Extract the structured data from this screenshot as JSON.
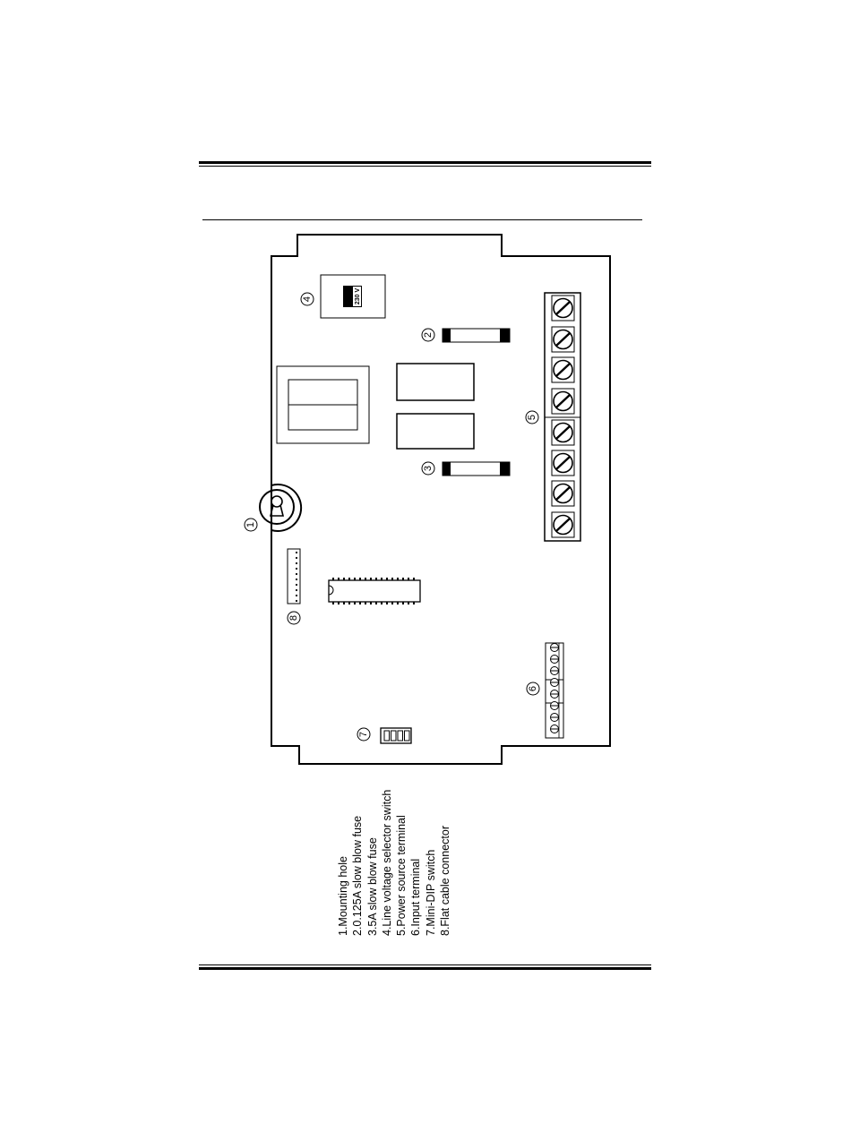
{
  "diagram": {
    "callouts": [
      "1",
      "2",
      "3",
      "4",
      "5",
      "6",
      "7",
      "8"
    ],
    "voltage_switch_label": "230 V"
  },
  "legend": {
    "items": [
      "1.Mounting hole",
      "2.0.125A slow blow fuse",
      "3.5A slow blow fuse",
      "4.Line voltage selector switch",
      "5.Power source terminal",
      "6.Input terminal",
      "7.Mini-DIP switch",
      "8.Flat cable connector"
    ]
  }
}
